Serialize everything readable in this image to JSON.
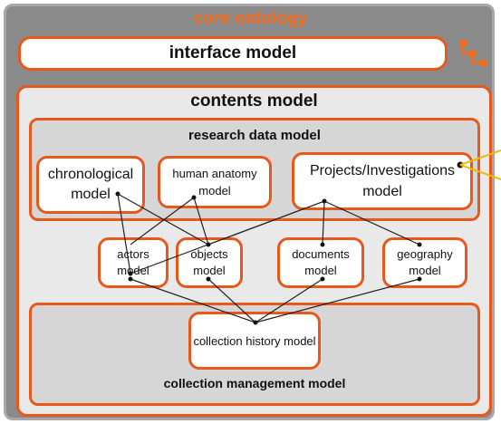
{
  "diagram": {
    "core_title": "core ontology",
    "interface_label": "interface model",
    "contents_title": "contents model",
    "research_title": "research data model",
    "collection_title": "collection management model",
    "nodes": {
      "chronological": "chronological model",
      "anatomy": "human anatomy model",
      "projects": "Projects/Investigations model",
      "actors": "actors model",
      "objects": "objects model",
      "documents": "documents model",
      "geography": "geography model",
      "history": "collection history model"
    }
  },
  "colors": {
    "accent": "#e8581b",
    "title": "#f26a1b",
    "link": "#f5b800"
  },
  "icons": [
    "hierarchy-icon"
  ]
}
